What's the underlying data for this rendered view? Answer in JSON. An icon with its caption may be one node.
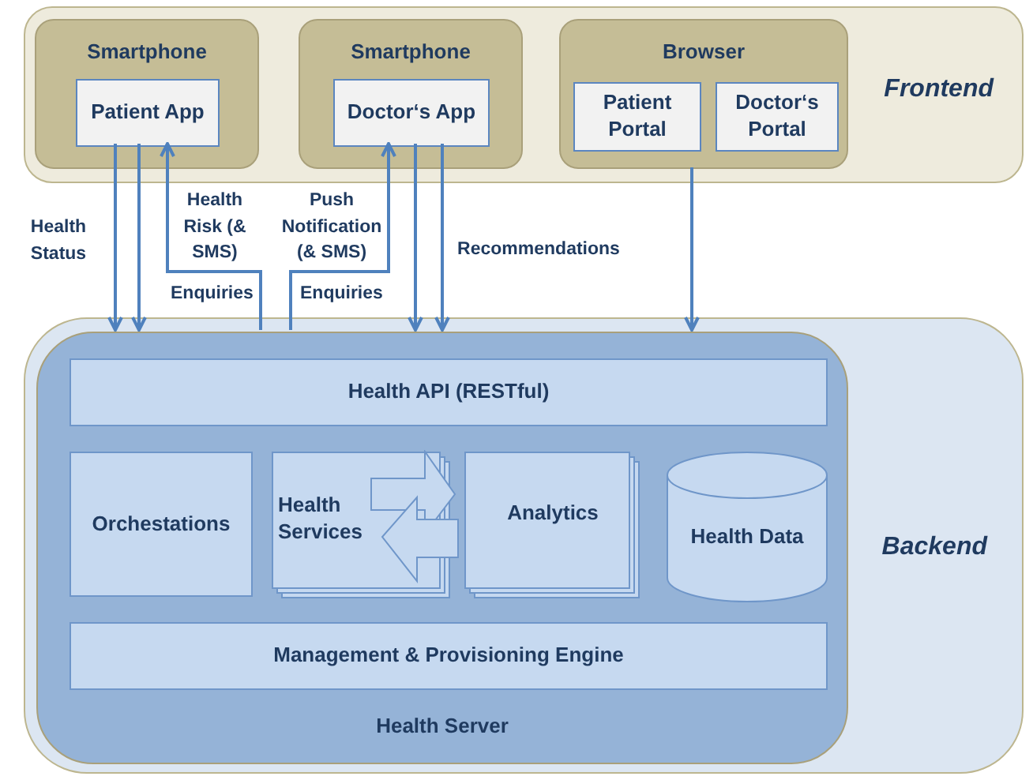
{
  "diagram": {
    "nodes": [
      {
        "text": [
          "Frontend"
        ]
      },
      {
        "text": [
          "Smartphone"
        ],
        "in": 0
      },
      {
        "text": [
          "Patient App"
        ],
        "in": 1
      },
      {
        "text": [
          "Smartphone"
        ],
        "in": 0
      },
      {
        "text": [
          "Doctor‘s App"
        ],
        "in": 3
      },
      {
        "text": [
          "Browser"
        ],
        "in": 0
      },
      {
        "text": [
          "Patient Portal"
        ],
        "in": 5
      },
      {
        "text": [
          "Doctor‘s Portal"
        ],
        "in": 5
      },
      {
        "text": [
          "Backend"
        ]
      },
      {
        "text": [
          "Health Server"
        ],
        "in": 8
      },
      {
        "text": [
          "Health API (RESTful)"
        ],
        "in": 9
      },
      {
        "text": [
          "Orchestations"
        ],
        "in": 9
      },
      {
        "text": [
          "Health Services"
        ],
        "in": 9
      },
      {
        "text": [
          "Analytics"
        ],
        "in": 9
      },
      {
        "text": [
          "Health Data"
        ],
        "in": 9
      },
      {
        "text": [
          "Management & Provisioning Engine"
        ],
        "in": 9
      }
    ],
    "edges": [
      {
        "from": 2,
        "to": 9,
        "arrow": "to",
        "label": "Health Status"
      },
      {
        "from": 2,
        "to": 9,
        "arrow": "to"
      },
      {
        "from": 9,
        "to": 2,
        "arrow": "to",
        "label": "Health Risk (& SMS)"
      },
      {
        "from": 9,
        "to": 4,
        "arrow": "to",
        "label": "Push Notification (& SMS)"
      },
      {
        "from": 4,
        "to": 9,
        "arrow": "to"
      },
      {
        "from": 4,
        "to": 9,
        "arrow": "to",
        "label": "Recommendations"
      },
      {
        "from": 5,
        "to": 9,
        "arrow": "to"
      }
    ],
    "labels": [
      "Enquiries",
      "Enquiries"
    ]
  }
}
